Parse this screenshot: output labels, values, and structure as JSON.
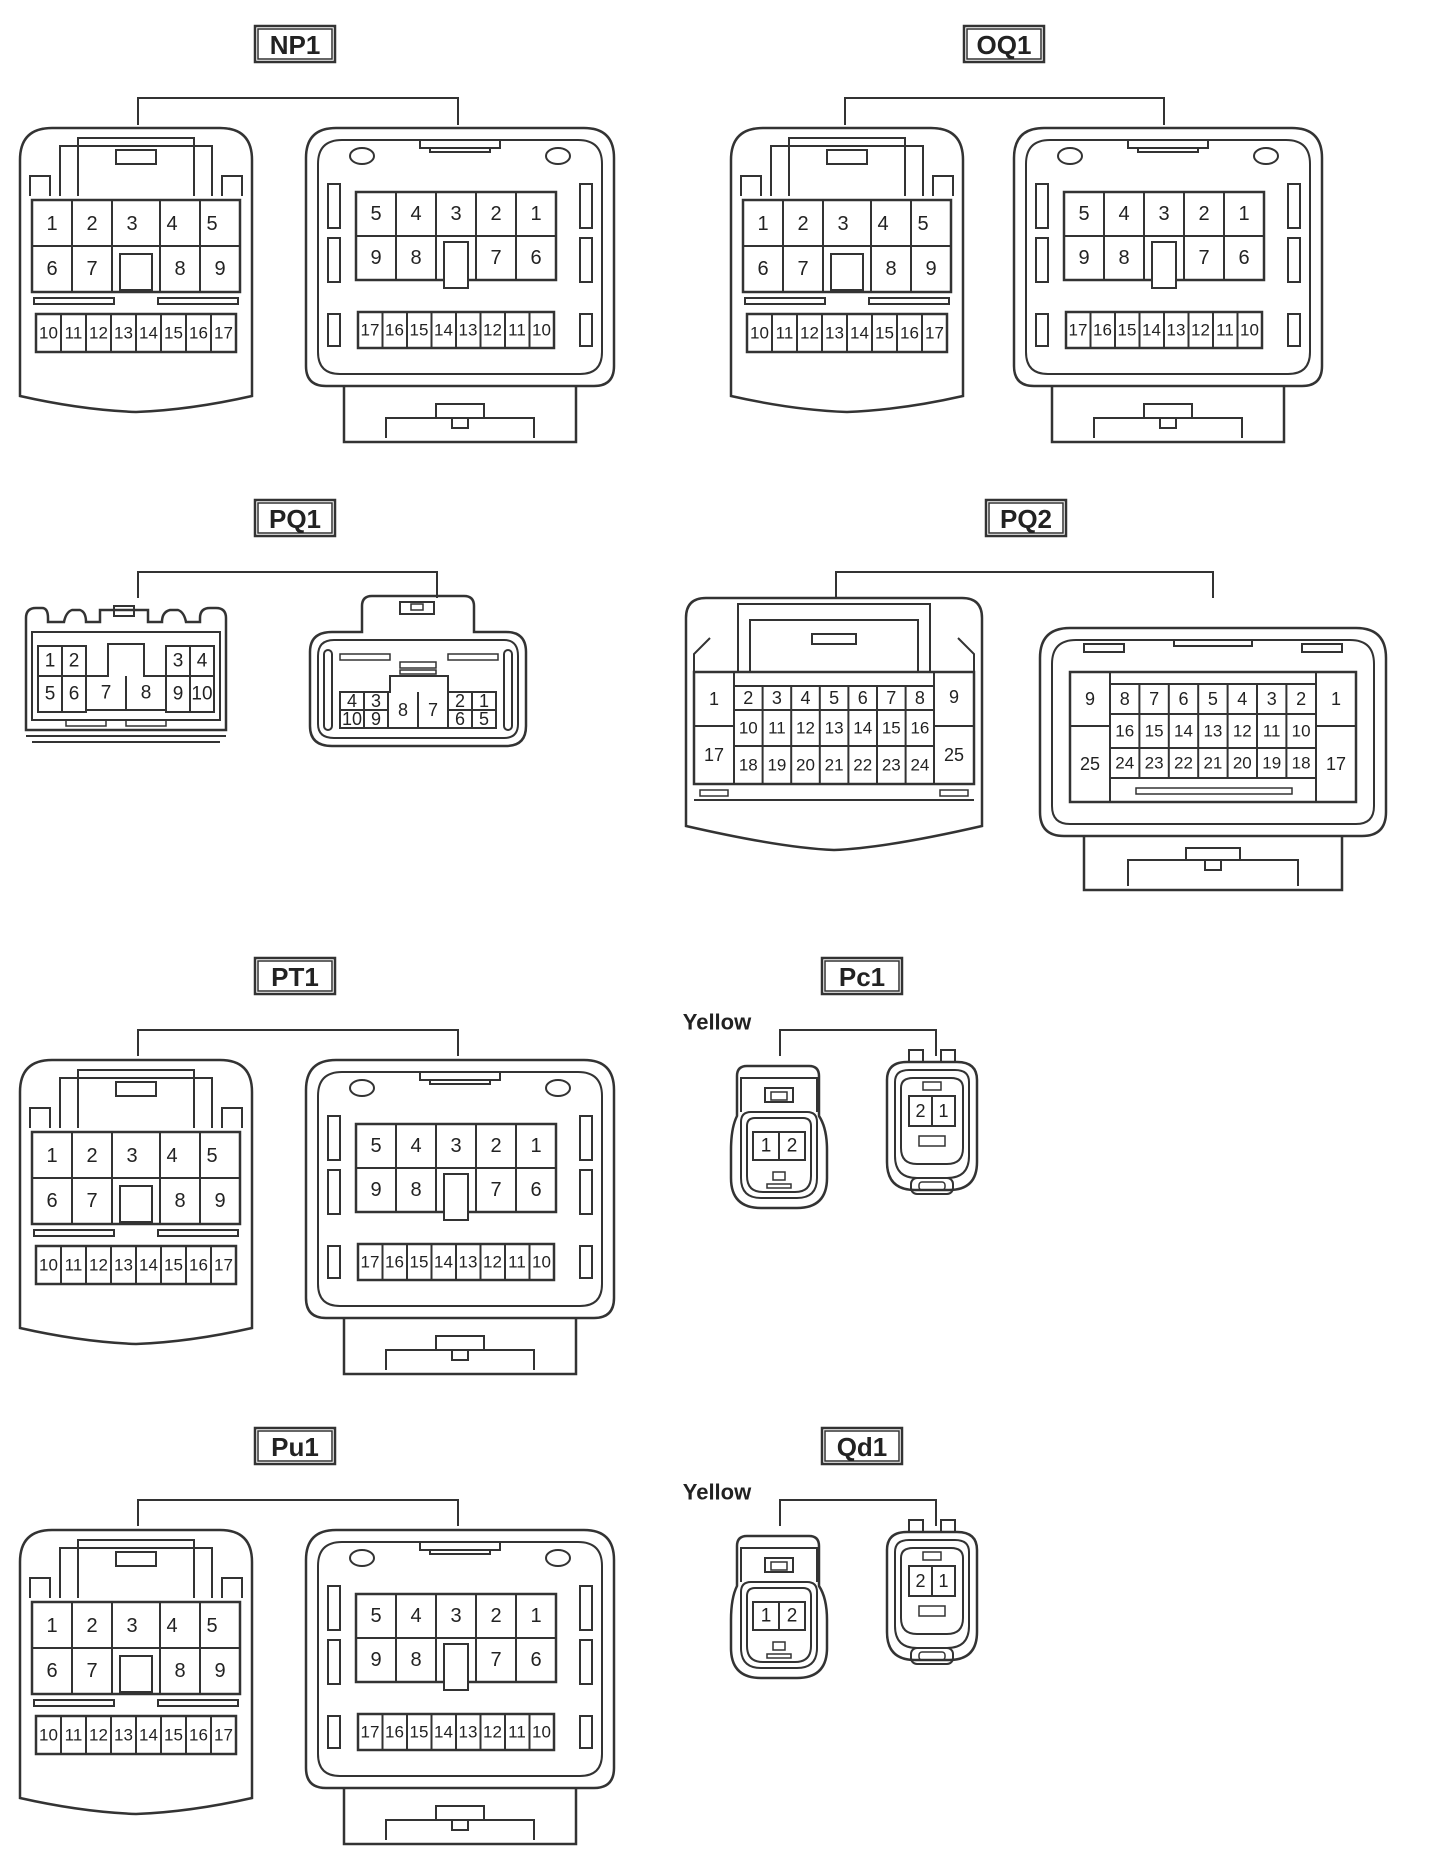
{
  "groups": [
    {
      "title": "NP1",
      "left": "17pin_a",
      "right": "17pin_b"
    },
    {
      "title": "OQ1",
      "left": "17pin_a",
      "right": "17pin_b"
    },
    {
      "title": "PQ1",
      "left": "10pin_a",
      "right": "10pin_b"
    },
    {
      "title": "PQ2",
      "left": "25pin_a",
      "right": "25pin_b"
    },
    {
      "title": "PT1",
      "left": "17pin_a",
      "right": "17pin_b"
    },
    {
      "title": "Pc1",
      "color_label": "Yellow",
      "left": "2pin_a",
      "right": "2pin_b"
    },
    {
      "title": "Pu1",
      "left": "17pin_a",
      "right": "17pin_b"
    },
    {
      "title": "Qd1",
      "color_label": "Yellow",
      "left": "2pin_a",
      "right": "2pin_b"
    }
  ],
  "pins": {
    "p17a_row1": [
      "1",
      "2",
      "3",
      "4",
      "5"
    ],
    "p17a_row2": [
      "6",
      "7",
      "8",
      "9"
    ],
    "p17a_row3": [
      "10",
      "11",
      "12",
      "13",
      "14",
      "15",
      "16",
      "17"
    ],
    "p17b_row1": [
      "5",
      "4",
      "3",
      "2",
      "1"
    ],
    "p17b_row2": [
      "9",
      "8",
      "7",
      "6"
    ],
    "p17b_row3": [
      "17",
      "16",
      "15",
      "14",
      "13",
      "12",
      "11",
      "10"
    ],
    "p10a": [
      "1",
      "2",
      "3",
      "4",
      "5",
      "6",
      "7",
      "8",
      "9",
      "10"
    ],
    "p10b": [
      "4",
      "3",
      "2",
      "1",
      "10",
      "9",
      "8",
      "7",
      "6",
      "5"
    ],
    "p25a_row1": [
      "1",
      "2",
      "3",
      "4",
      "5",
      "6",
      "7",
      "8",
      "9"
    ],
    "p25a_row2": [
      "17",
      "10",
      "11",
      "12",
      "13",
      "14",
      "15",
      "16",
      "25"
    ],
    "p25a_row3": [
      "18",
      "19",
      "20",
      "21",
      "22",
      "23",
      "24"
    ],
    "p25b_row1": [
      "9",
      "8",
      "7",
      "6",
      "5",
      "4",
      "3",
      "2",
      "1"
    ],
    "p25b_row2": [
      "25",
      "16",
      "15",
      "14",
      "13",
      "12",
      "11",
      "10",
      "17"
    ],
    "p25b_row3": [
      "24",
      "23",
      "22",
      "21",
      "20",
      "19",
      "18"
    ],
    "p2a": [
      "1",
      "2"
    ],
    "p2b": [
      "2",
      "1"
    ]
  }
}
